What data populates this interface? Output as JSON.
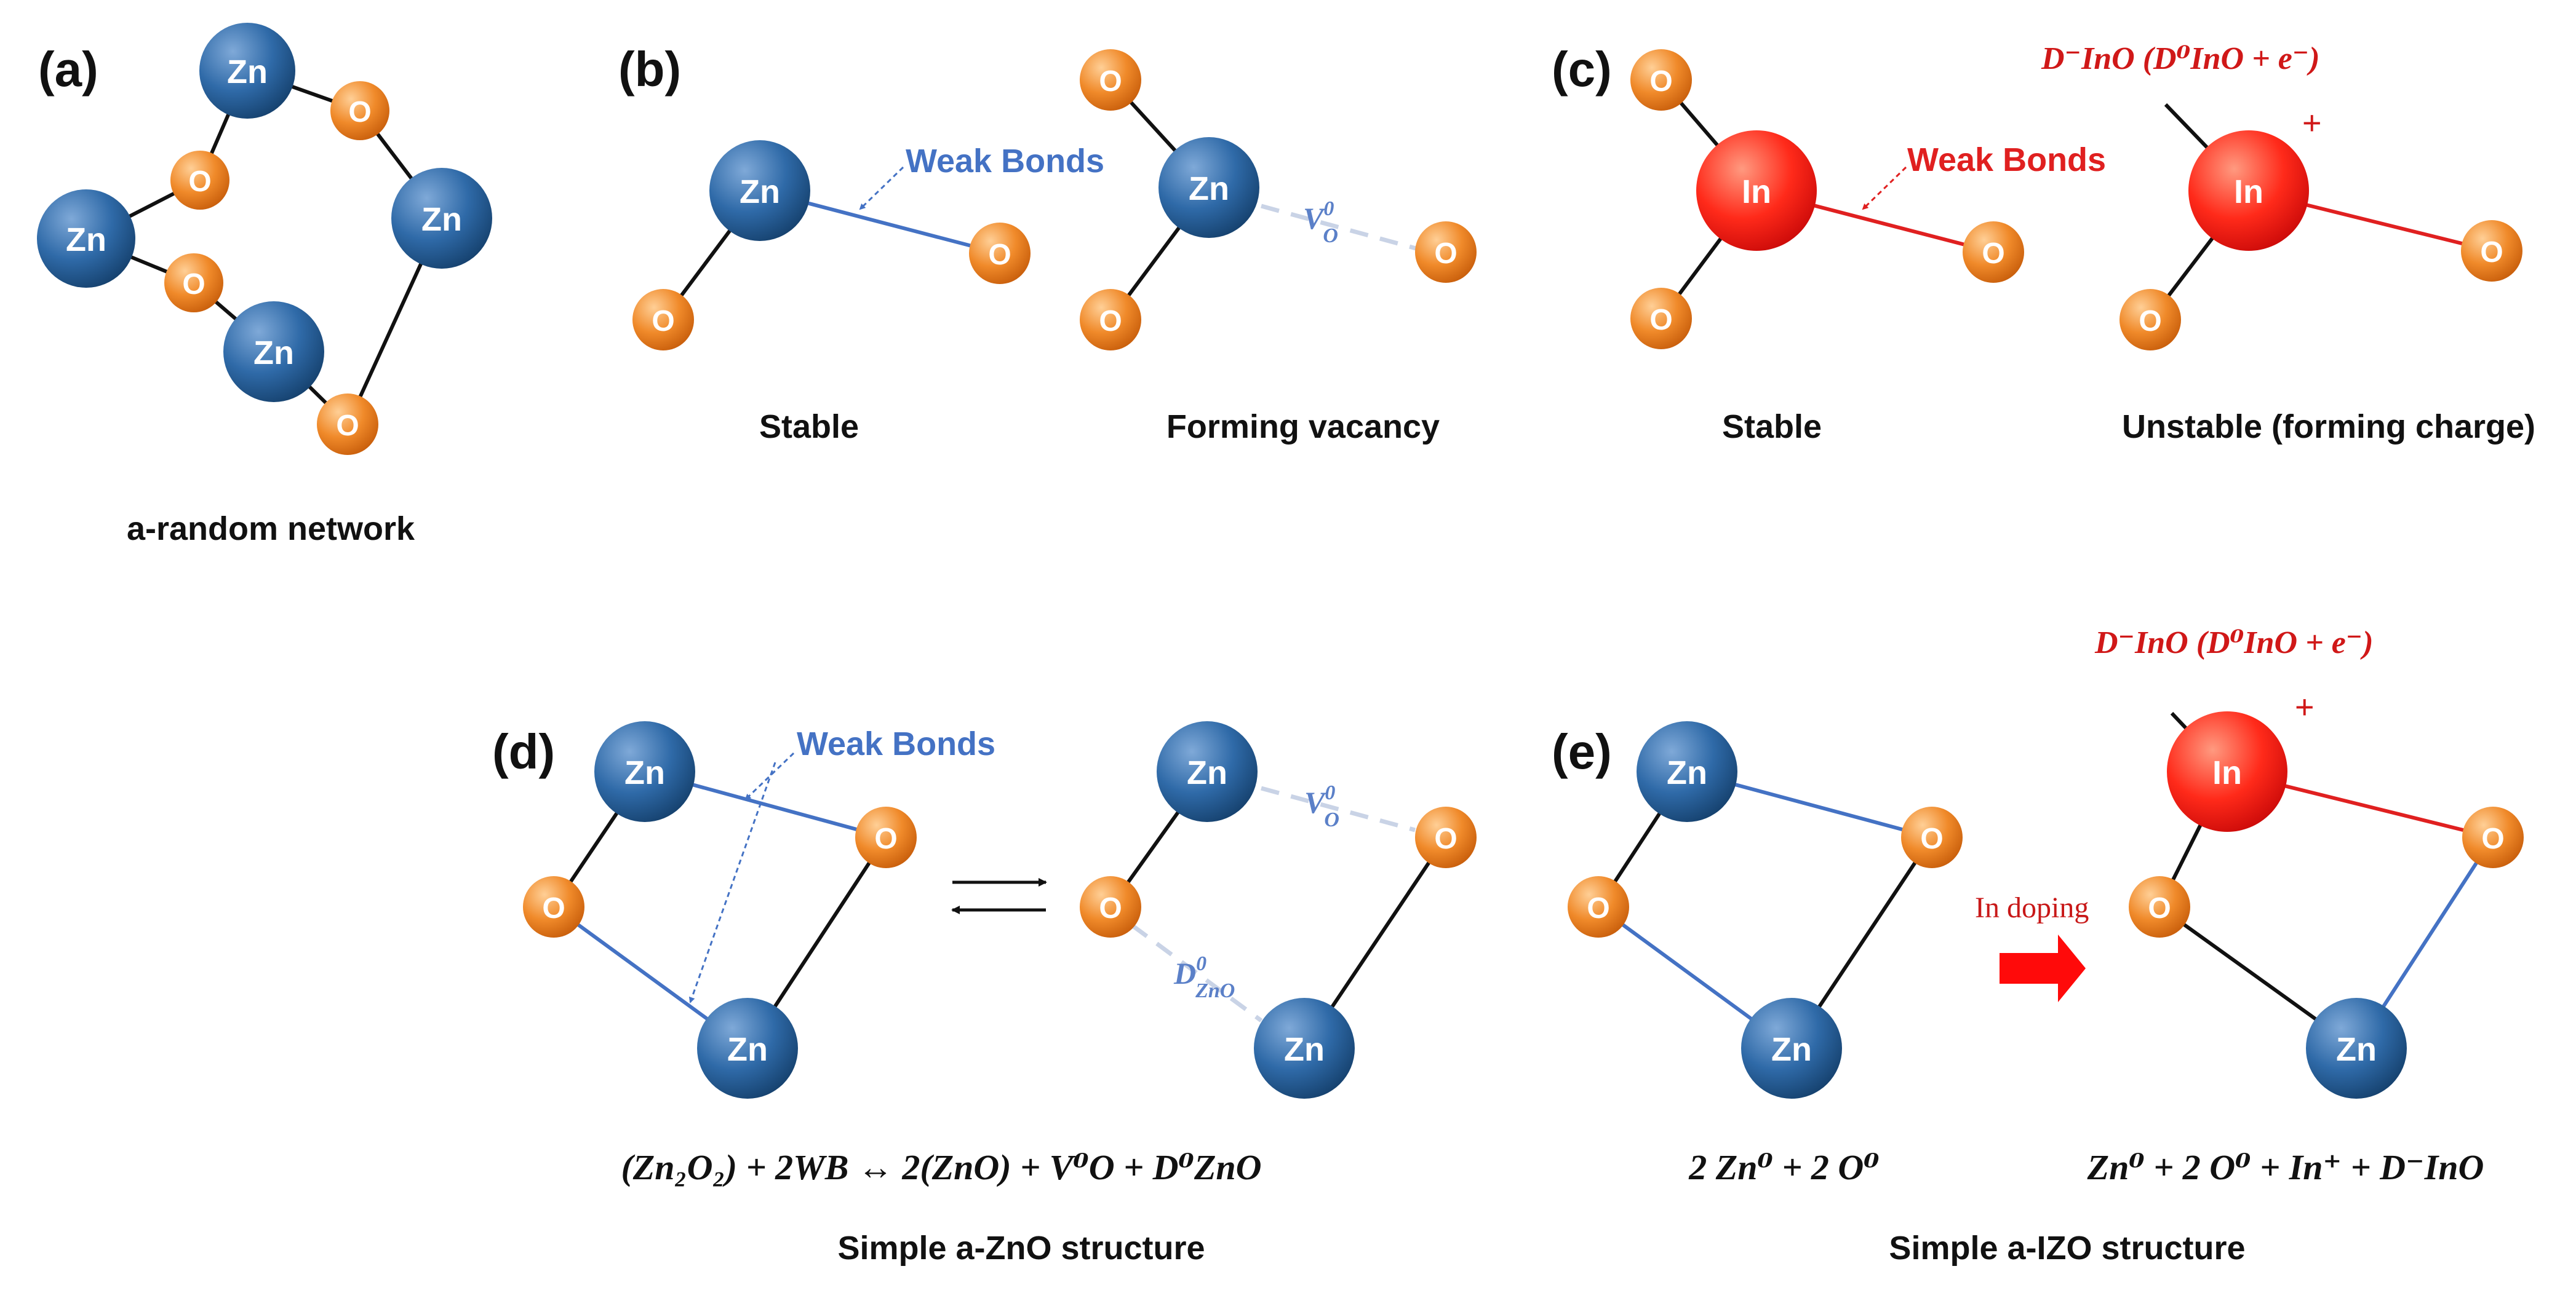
{
  "panels": {
    "a": "(a)",
    "b": "(b)",
    "c": "(c)",
    "d": "(d)",
    "e": "(e)"
  },
  "atoms": {
    "zn": "Zn",
    "o": "O",
    "in": "In"
  },
  "captions": {
    "a_random": "a-random network",
    "b_stable": "Stable",
    "b_vacancy": "Forming vacancy",
    "c_stable": "Stable",
    "c_unstable": "Unstable (forming charge)",
    "d_structure": "Simple a-ZnO structure",
    "e_structure": "Simple a-IZO structure"
  },
  "labels": {
    "weak_bonds": "Weak Bonds",
    "in_doping": "In doping",
    "plus": "+",
    "vacancy": "V",
    "vacancy_sup": "0",
    "vacancy_sub": "O",
    "defect_zno": "D",
    "defect_zno_sup": "0",
    "defect_zno_sub": "ZnO",
    "defect_c": "D⁻InO (D⁰InO + e⁻)",
    "defect_e": "D⁻InO (D⁰InO + e⁻)"
  },
  "equations": {
    "d": "(Zn₂O₂) + 2WB ↔ 2(ZnO) + V⁰O + D⁰ZnO",
    "e_left": "2 Zn⁰ + 2 O⁰",
    "e_right": "Zn⁰ + 2 O⁰ + In⁺ + D⁻InO"
  },
  "colors": {
    "zn": "#2f6aa8",
    "o": "#f08a2a",
    "in": "#ff2a1a",
    "weak_blue": "#4472c4",
    "weak_red": "#e02020"
  }
}
